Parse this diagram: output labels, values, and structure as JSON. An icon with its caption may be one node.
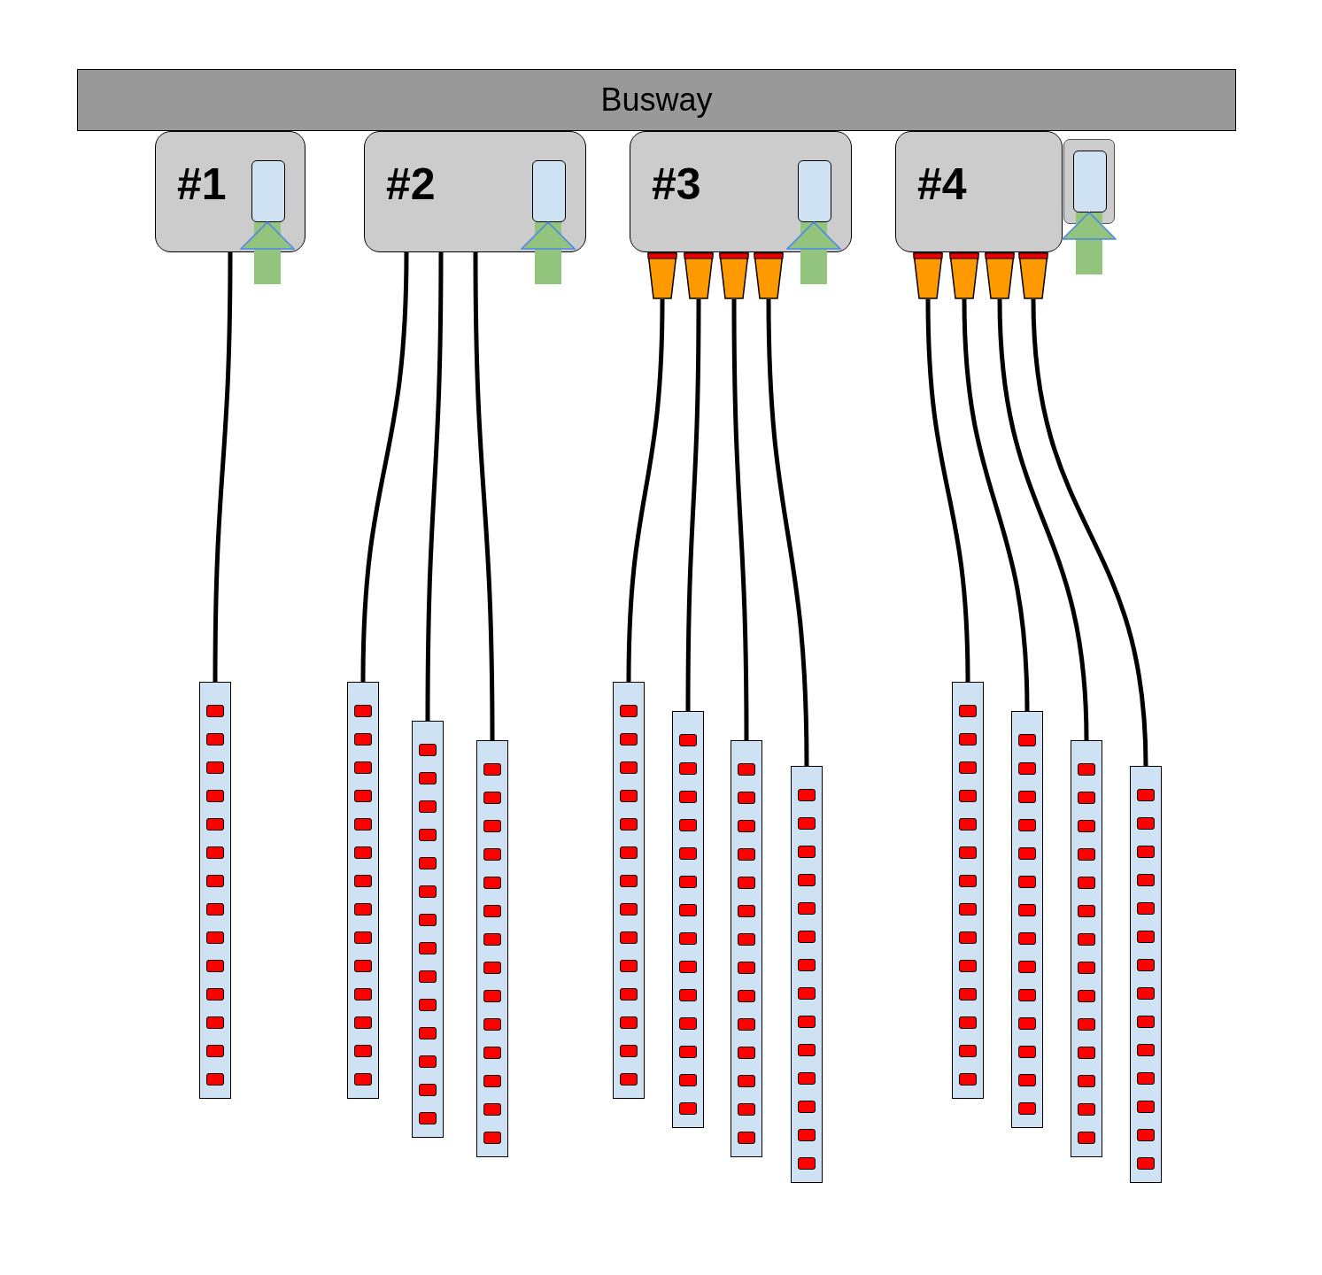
{
  "diagram": {
    "nodes": [
      {
        "text": [
          "Busway"
        ]
      },
      {
        "text": [
          "#1"
        ]
      },
      {
        "text": [],
        "shape": "box",
        "in": 1
      },
      {
        "text": [
          "#2"
        ]
      },
      {
        "text": [],
        "shape": "box",
        "in": 3
      },
      {
        "text": [
          "#3"
        ]
      },
      {
        "text": [],
        "shape": "box",
        "in": 5
      },
      {
        "text": [
          "#4"
        ]
      },
      {
        "text": [],
        "shape": "box"
      },
      {
        "text": [],
        "shape": "box",
        "in": 8
      },
      {
        "text": [],
        "shape": "trapezoid"
      },
      {
        "text": [],
        "shape": "trapezoid"
      },
      {
        "text": [],
        "shape": "trapezoid"
      },
      {
        "text": [],
        "shape": "trapezoid"
      },
      {
        "text": [],
        "shape": "trapezoid"
      },
      {
        "text": [],
        "shape": "trapezoid"
      },
      {
        "text": [],
        "shape": "trapezoid"
      },
      {
        "text": [],
        "shape": "trapezoid"
      },
      {
        "text": [],
        "shape": "bar"
      },
      {
        "text": [],
        "shape": "bar"
      },
      {
        "text": [],
        "shape": "bar"
      },
      {
        "text": [],
        "shape": "bar"
      },
      {
        "text": [],
        "shape": "bar"
      },
      {
        "text": [],
        "shape": "bar"
      },
      {
        "text": [],
        "shape": "bar"
      },
      {
        "text": [],
        "shape": "bar"
      },
      {
        "text": [],
        "shape": "bar"
      },
      {
        "text": [],
        "shape": "bar"
      },
      {
        "text": [],
        "shape": "bar"
      },
      {
        "text": [],
        "shape": "bar"
      }
    ],
    "edges": [
      {
        "from": 1,
        "to": 18,
        "arrow": "none"
      },
      {
        "from": 3,
        "to": 19,
        "arrow": "none"
      },
      {
        "from": 3,
        "to": 20,
        "arrow": "none"
      },
      {
        "from": 3,
        "to": 21,
        "arrow": "none"
      },
      {
        "from": 10,
        "to": 22,
        "arrow": "none"
      },
      {
        "from": 11,
        "to": 23,
        "arrow": "none"
      },
      {
        "from": 12,
        "to": 24,
        "arrow": "none"
      },
      {
        "from": 13,
        "to": 25,
        "arrow": "none"
      },
      {
        "from": 14,
        "to": 26,
        "arrow": "none"
      },
      {
        "from": 15,
        "to": 27,
        "arrow": "none"
      },
      {
        "from": 16,
        "to": 28,
        "arrow": "none"
      },
      {
        "from": 17,
        "to": 29,
        "arrow": "none"
      },
      {
        "from": null,
        "to": 2,
        "arrow": "to",
        "style": "thick",
        "color": "#93c47d"
      },
      {
        "from": null,
        "to": 4,
        "arrow": "to",
        "style": "thick",
        "color": "#93c47d"
      },
      {
        "from": null,
        "to": 6,
        "arrow": "to",
        "style": "thick",
        "color": "#93c47d"
      },
      {
        "from": null,
        "to": 9,
        "arrow": "to",
        "style": "thick",
        "color": "#93c47d"
      }
    ]
  }
}
